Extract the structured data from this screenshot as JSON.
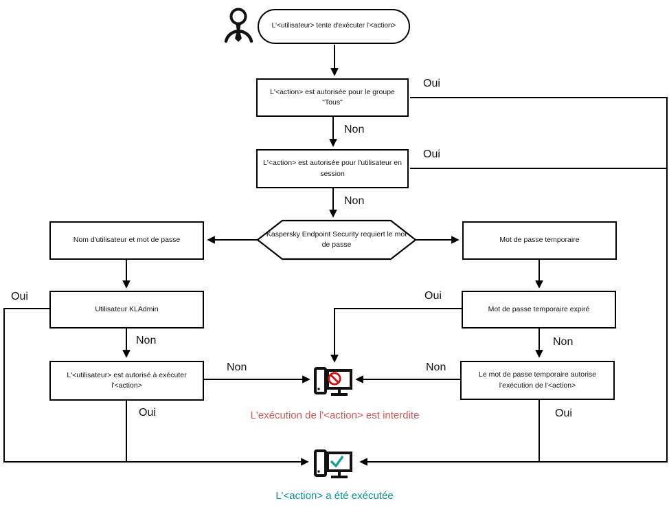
{
  "flowchart": {
    "start": "L'<utilisateur> tente d'exécuter l'<action>",
    "decision_group": "L'<action> est autorisée pour le groupe \"Tous\"",
    "decision_session": "L'<action> est autorisée pour l'utilisateur en session",
    "password_prompt": "Kaspersky Endpoint Security requiert le mot de passe",
    "left_branch": {
      "credentials": "Nom d'utilisateur et mot de passe",
      "kladmin": "Utilisateur KLAdmin",
      "user_allowed": "L'<utilisateur> est autorisé à exécuter l'<action>"
    },
    "right_branch": {
      "temp_password": "Mot de passe temporaire",
      "temp_expired": "Mot de passe temporaire expiré",
      "temp_allows": "Le mot de passe temporaire autorise l'exécution de l'<action>"
    },
    "labels": {
      "yes": "Oui",
      "no": "Non"
    },
    "outcome_denied": "L'exécution de l'<action> est interdite",
    "outcome_executed": "L'<action> a été exécutée",
    "colors": {
      "line": "#000000",
      "denied_text": "#cd5c5c",
      "executed_text": "#0d8e8e",
      "prohibit": "#cc1111",
      "check": "#17a08f"
    }
  }
}
